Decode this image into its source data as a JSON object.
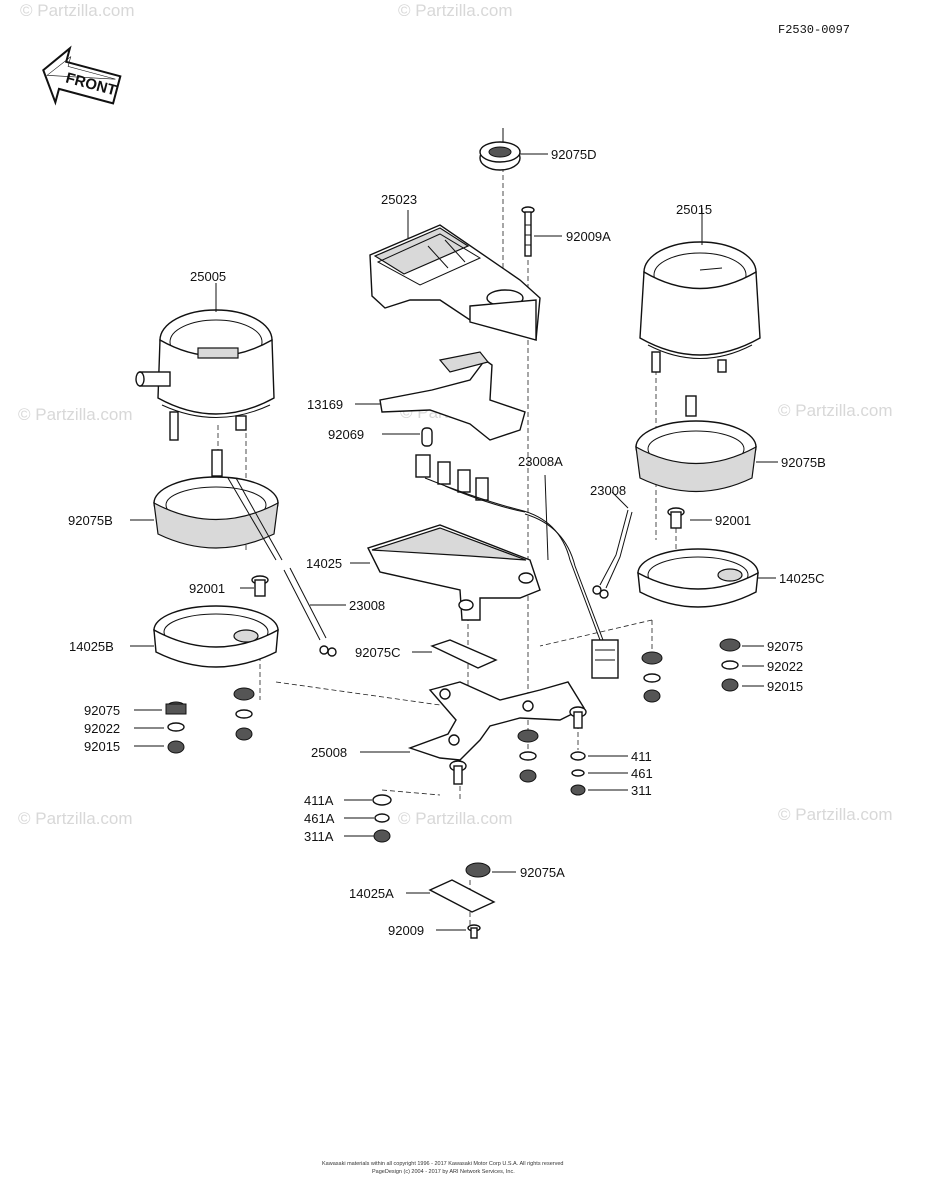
{
  "diagram_ref": "F2530-0097",
  "front_label": "FRONT",
  "watermark": "© Partzilla.com",
  "labels": {
    "p92075D": "92075D",
    "p92009A": "92009A",
    "p25023": "25023",
    "p25015": "25015",
    "p25005": "25005",
    "p13169": "13169",
    "p92069": "92069",
    "p23008A": "23008A",
    "p92075B_r": "92075B",
    "p23008_r": "23008",
    "p92001_r": "92001",
    "p92075B_l": "92075B",
    "p14025": "14025",
    "p14025C": "14025C",
    "p92001_l": "92001",
    "p23008_l": "23008",
    "p14025B": "14025B",
    "p92075C": "92075C",
    "p92075_r": "92075",
    "p92022_r": "92022",
    "p92015_r": "92015",
    "p92075_l": "92075",
    "p92022_l": "92022",
    "p92015_l": "92015",
    "p25008": "25008",
    "p411": "411",
    "p461": "461",
    "p311": "311",
    "p411A": "411A",
    "p461A": "461A",
    "p311A": "311A",
    "p92075A": "92075A",
    "p14025A": "14025A",
    "p92009": "92009"
  },
  "footer": {
    "line1": "Kawasaki materials within all copyright 1996 - 2017   Kawasaki Motor Corp U.S.A.   All rights reserved",
    "line2": "PageDesign (c) 2004 - 2017 by ARI Network Services, Inc."
  }
}
